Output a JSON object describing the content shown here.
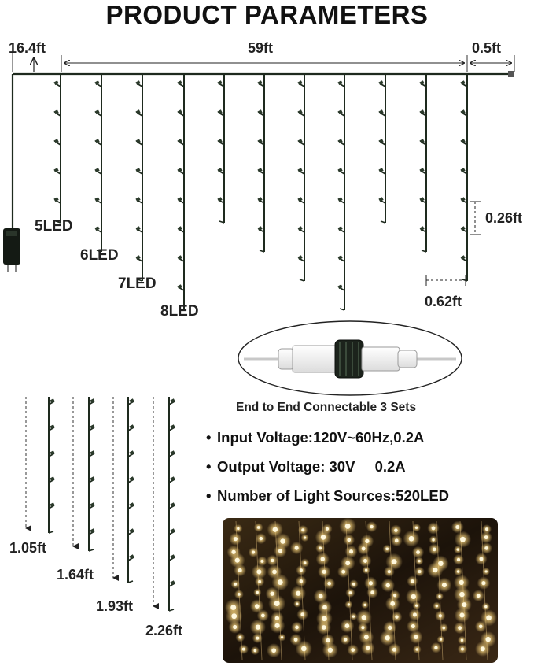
{
  "title": "PRODUCT PARAMETERS",
  "dimensions": {
    "lead_length": "16.4ft",
    "main_length": "59ft",
    "end_length": "0.5ft",
    "led_spacing": "0.26ft",
    "drop_spacing": "0.62ft"
  },
  "led_counts": [
    "5LED",
    "6LED",
    "7LED",
    "8LED"
  ],
  "drop_lengths": [
    "1.05ft",
    "1.64ft",
    "1.93ft",
    "2.26ft"
  ],
  "connector": {
    "label": "End to End Connectable 3 Sets"
  },
  "specs": [
    {
      "bullet": "•",
      "text": "Input Voltage:120V~60Hz,0.2A"
    },
    {
      "bullet": "•",
      "text": "Output Voltage: 30V"
    },
    {
      "bullet": "•",
      "text": "Number of Light Sources:520LED"
    }
  ],
  "output_voltage_suffix": "0.2A",
  "colors": {
    "wire": "#1e2a1e",
    "led_cap": "#2b3a2b",
    "glow": "#f7d27a",
    "photo_bg": "#2a1d10"
  }
}
